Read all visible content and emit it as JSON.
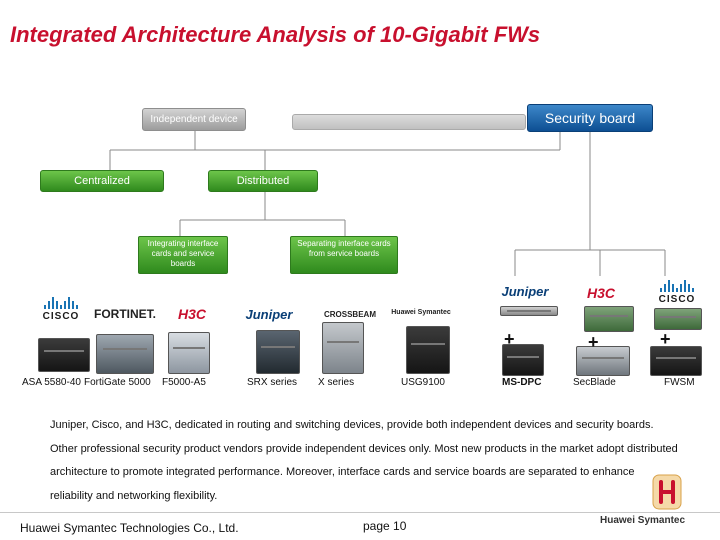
{
  "title": "Integrated Architecture Analysis of 10-Gigabit FWs",
  "tree": {
    "independent": "Independent device",
    "security_board": "Security board",
    "centralized": "Centralized",
    "distributed": "Distributed",
    "integrating": "Integrating interface cards and service boards",
    "separating": "Separating interface cards from service boards"
  },
  "logos": {
    "cisco": "CISCO",
    "fortinet": "FORTINET.",
    "h3c": "H3C",
    "juniper": "Juniper",
    "crossbeam": "CROSSBEAM",
    "huawei_symantec": "Huawei Symantec"
  },
  "products": {
    "asa": "ASA 5580-40",
    "fortigate": "FortiGate 5000",
    "f5000": "F5000-A5",
    "srx": "SRX series",
    "x_series": "X series",
    "usg": "USG9100",
    "ms_dpc": "MS-DPC",
    "secblade": "SecBlade",
    "fwsm": "FWSM"
  },
  "plus_sign": "+",
  "body_text": "Juniper, Cisco, and H3C, dedicated in routing and switching devices, provide both independent devices and security boards. Other professional security product vendors provide independent devices only. Most new products in the market adopt distributed architecture to promote integrated performance. Moreover, interface cards and service boards are separated to enhance reliability and networking flexibility.",
  "footer": {
    "company": "Huawei Symantec Technologies Co., Ltd.",
    "page": "page 10",
    "brand": "Huawei Symantec"
  },
  "colors": {
    "title": "#c8102e",
    "green": "#3a9a28",
    "blue": "#0d4f93",
    "gray": "#9c9c9c"
  }
}
